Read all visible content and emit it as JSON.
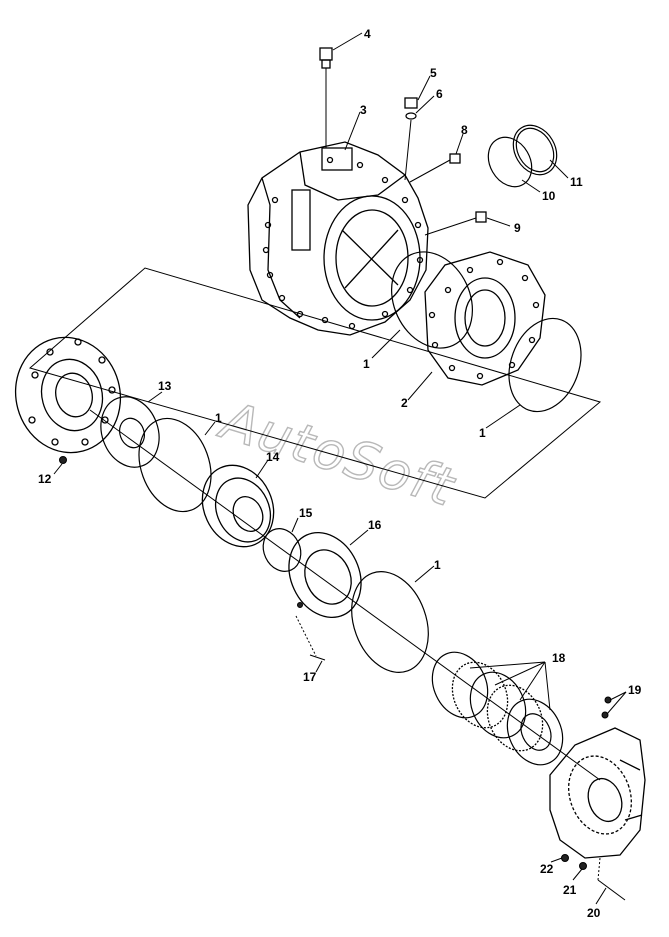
{
  "watermark": "AutoSoft",
  "callouts": [
    {
      "id": "c4",
      "text": "4"
    },
    {
      "id": "c5",
      "text": "5"
    },
    {
      "id": "c6",
      "text": "6"
    },
    {
      "id": "c3",
      "text": "3"
    },
    {
      "id": "c8",
      "text": "8"
    },
    {
      "id": "c11",
      "text": "11"
    },
    {
      "id": "c10",
      "text": "10"
    },
    {
      "id": "c9",
      "text": "9"
    },
    {
      "id": "c1a",
      "text": "1"
    },
    {
      "id": "c2",
      "text": "2"
    },
    {
      "id": "c1b",
      "text": "1"
    },
    {
      "id": "c13",
      "text": "13"
    },
    {
      "id": "c1c",
      "text": "1"
    },
    {
      "id": "c12",
      "text": "12"
    },
    {
      "id": "c14",
      "text": "14"
    },
    {
      "id": "c15",
      "text": "15"
    },
    {
      "id": "c16",
      "text": "16"
    },
    {
      "id": "c1d",
      "text": "1"
    },
    {
      "id": "c17",
      "text": "17"
    },
    {
      "id": "c18",
      "text": "18"
    },
    {
      "id": "c19",
      "text": "19"
    },
    {
      "id": "c22",
      "text": "22"
    },
    {
      "id": "c21",
      "text": "21"
    },
    {
      "id": "c20",
      "text": "20"
    }
  ]
}
